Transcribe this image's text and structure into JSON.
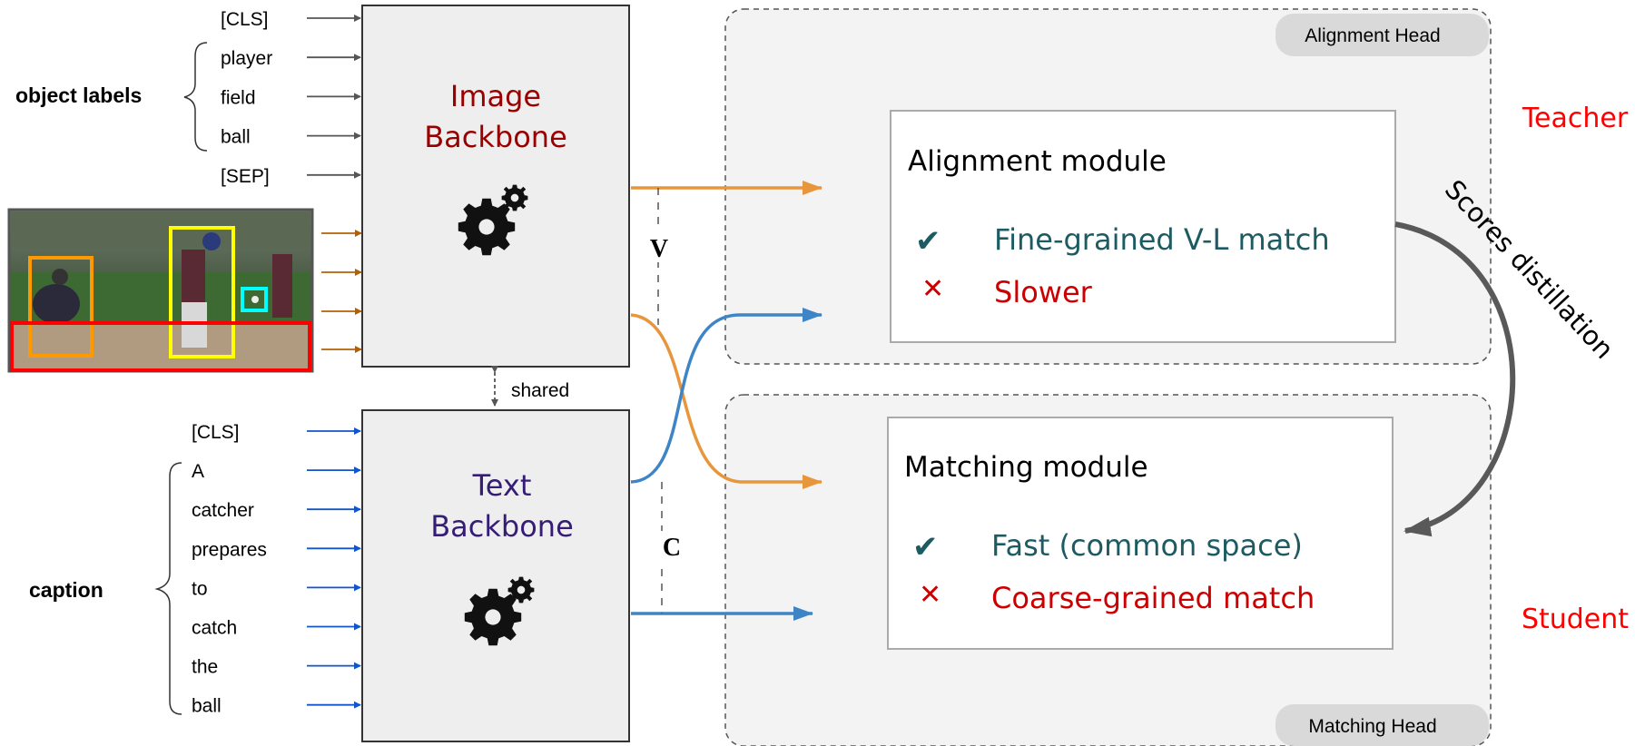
{
  "labels": {
    "object_labels": "object labels",
    "caption": "caption",
    "shared": "shared",
    "v": "V",
    "c": "C",
    "teacher": "Teacher",
    "student": "Student",
    "scores_distillation": "Scores distillation"
  },
  "object_tokens": [
    "[CLS]",
    "player",
    "field",
    "ball",
    "[SEP]"
  ],
  "caption_tokens": [
    "[CLS]",
    "A",
    "catcher",
    "prepares",
    "to",
    "catch",
    "the",
    "ball"
  ],
  "image_backbone": {
    "line1": "Image",
    "line2": "Backbone"
  },
  "text_backbone": {
    "line1": "Text",
    "line2": "Backbone"
  },
  "alignment_head": {
    "tag": "Alignment Head",
    "module_title": "Alignment module",
    "pro": "Fine-grained V-L match",
    "con": "Slower"
  },
  "matching_head": {
    "tag": "Matching Head",
    "module_title": "Matching module",
    "pro": "Fast (common space)",
    "con": "Coarse-grained match"
  },
  "glyphs": {
    "check": "✔",
    "cross": "✕"
  },
  "colors": {
    "orange": "#E8963C",
    "blue": "#3D85C6",
    "image_title": "#990000",
    "text_title": "#351C75",
    "pro_text": "#1D5B63",
    "con_text": "#CC0000",
    "role": "#FF0000",
    "panel_fill": "#F3F3F3",
    "backbone_fill": "#EEEEEE"
  }
}
